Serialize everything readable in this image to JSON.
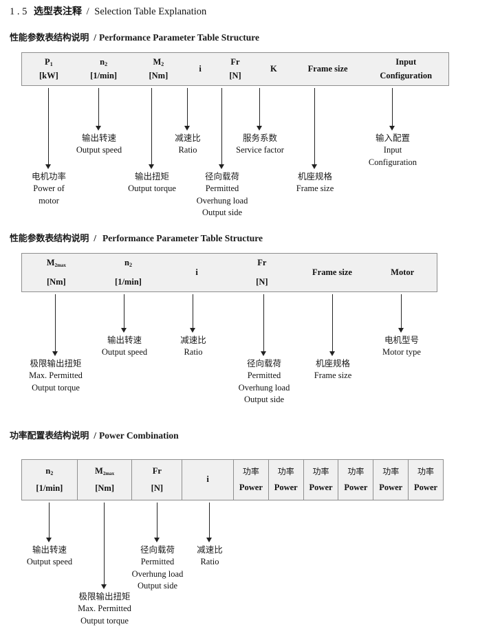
{
  "document": {
    "section_number": "1 . 5",
    "section_title_cn": "选型表注释",
    "section_title_sep": "/",
    "section_title_en": "Selection Table Explanation"
  },
  "blocks": [
    {
      "id": "performance-1",
      "heading_cn": "性能参数表结构说明",
      "heading_sep": "/",
      "heading_en": "Performance Parameter Table Structure",
      "table": {
        "bordered_cells": false,
        "columns": [
          {
            "line1": "P",
            "line1_sub": "1",
            "line2": "[kW]"
          },
          {
            "line1": "n",
            "line1_sub": "2",
            "line2": "[1/min]"
          },
          {
            "line1": "M",
            "line1_sub": "2",
            "line2": "[Nm]"
          },
          {
            "line1": "i",
            "line1_sub": "",
            "line2": ""
          },
          {
            "line1": "Fr",
            "line1_sub": "",
            "line2": "[N]"
          },
          {
            "line1": "K",
            "line1_sub": "",
            "line2": ""
          },
          {
            "line1": "Frame size",
            "line1_sub": "",
            "line2": ""
          },
          {
            "line1": "Input",
            "line1_sub": "",
            "line2": "Configuration"
          }
        ]
      },
      "callouts": [
        {
          "cn": "电机功率",
          "en1": "Power of",
          "en2": "motor",
          "en3": ""
        },
        {
          "cn": "输出转速",
          "en1": "Output speed",
          "en2": "",
          "en3": ""
        },
        {
          "cn": "输出扭矩",
          "en1": "Output torque",
          "en2": "",
          "en3": ""
        },
        {
          "cn": "减速比",
          "en1": "Ratio",
          "en2": "",
          "en3": ""
        },
        {
          "cn": "径向载荷",
          "en1": "Permitted",
          "en2": "Overhung load",
          "en3": "Output side"
        },
        {
          "cn": "服务系数",
          "en1": "Service factor",
          "en2": "",
          "en3": ""
        },
        {
          "cn": "机座规格",
          "en1": "Frame size",
          "en2": "",
          "en3": ""
        },
        {
          "cn": "输入配置",
          "en1": "Input",
          "en2": "Configuration",
          "en3": ""
        }
      ]
    },
    {
      "id": "performance-2",
      "heading_cn": "性能参数表结构说明",
      "heading_sep": "/",
      "heading_en": "Performance Parameter Table Structure",
      "table": {
        "bordered_cells": false,
        "columns": [
          {
            "line1": "M",
            "line1_sub": "2max",
            "line2": "[Nm]"
          },
          {
            "line1": "n",
            "line1_sub": "2",
            "line2": "[1/min]"
          },
          {
            "line1": "i",
            "line1_sub": "",
            "line2": ""
          },
          {
            "line1": "Fr",
            "line1_sub": "",
            "line2": "[N]"
          },
          {
            "line1": "Frame size",
            "line1_sub": "",
            "line2": ""
          },
          {
            "line1": "Motor",
            "line1_sub": "",
            "line2": ""
          }
        ]
      },
      "callouts": [
        {
          "cn": "极限输出扭矩",
          "en1": "Max. Permitted",
          "en2": "Output  torque",
          "en3": ""
        },
        {
          "cn": "输出转速",
          "en1": "Output speed",
          "en2": "",
          "en3": ""
        },
        {
          "cn": "减速比",
          "en1": "Ratio",
          "en2": "",
          "en3": ""
        },
        {
          "cn": "径向载荷",
          "en1": "Permitted",
          "en2": "Overhung load",
          "en3": "Output side"
        },
        {
          "cn": "机座规格",
          "en1": "Frame size",
          "en2": "",
          "en3": ""
        },
        {
          "cn": "电机型号",
          "en1": "Motor type",
          "en2": "",
          "en3": ""
        }
      ]
    },
    {
      "id": "power-combination",
      "heading_cn": "功率配置表结构说明",
      "heading_sep": "/",
      "heading_en": "Power Combination",
      "table": {
        "bordered_cells": true,
        "columns": [
          {
            "line1": "n",
            "line1_sub": "2",
            "line2": "[1/min]"
          },
          {
            "line1": "M",
            "line1_sub": "2max",
            "line2": "[Nm]"
          },
          {
            "line1": "Fr",
            "line1_sub": "",
            "line2": "[N]"
          },
          {
            "line1": "i",
            "line1_sub": "",
            "line2": ""
          },
          {
            "line1": "功率",
            "line1_sub": "",
            "line2": "Power"
          },
          {
            "line1": "功率",
            "line1_sub": "",
            "line2": "Power"
          },
          {
            "line1": "功率",
            "line1_sub": "",
            "line2": "Power"
          },
          {
            "line1": "功率",
            "line1_sub": "",
            "line2": "Power"
          },
          {
            "line1": "功率",
            "line1_sub": "",
            "line2": "Power"
          },
          {
            "line1": "功率",
            "line1_sub": "",
            "line2": "Power"
          }
        ]
      },
      "callouts": [
        {
          "cn": "输出转速",
          "en1": "Output speed",
          "en2": "",
          "en3": ""
        },
        {
          "cn": "极限输出扭矩",
          "en1": "Max. Permitted",
          "en2": "Output  torque",
          "en3": ""
        },
        {
          "cn": "径向载荷",
          "en1": "Permitted",
          "en2": "Overhung load",
          "en3": "Output side"
        },
        {
          "cn": "减速比",
          "en1": "Ratio",
          "en2": "",
          "en3": ""
        }
      ]
    }
  ],
  "colors": {
    "table_fill": "#f0f0f0",
    "table_border": "#8d8d8d",
    "text": "#111111",
    "arrow": "#222222"
  }
}
